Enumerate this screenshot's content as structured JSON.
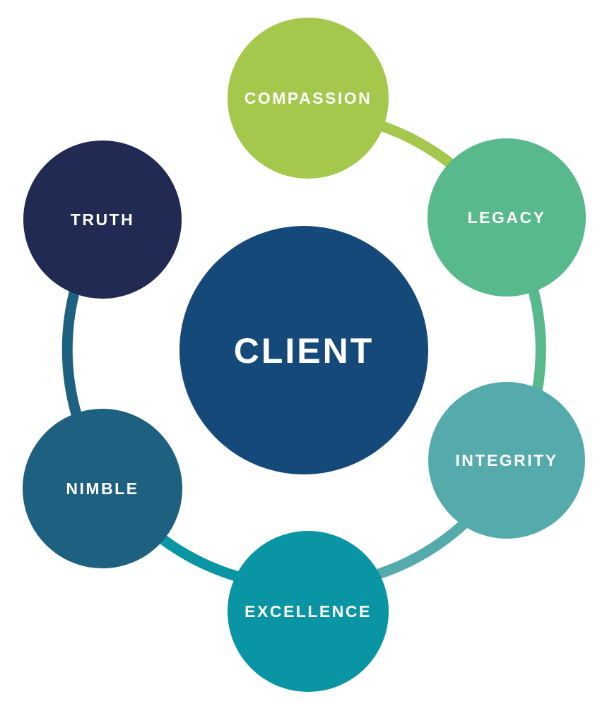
{
  "diagram": {
    "title": "Client core values wheel",
    "label_color": "#ffffff",
    "center": {
      "id": "client",
      "label": "CLIENT",
      "color": "#15497a"
    },
    "nodes": [
      {
        "id": "compassion",
        "label": "COMPASSION",
        "color": "#a3c84c"
      },
      {
        "id": "legacy",
        "label": "LEGACY",
        "color": "#58b98c"
      },
      {
        "id": "integrity",
        "label": "INTEGRITY",
        "color": "#55abac"
      },
      {
        "id": "excellence",
        "label": "EXCELLENCE",
        "color": "#0995a4"
      },
      {
        "id": "nimble",
        "label": "NIMBLE",
        "color": "#1e607f"
      },
      {
        "id": "truth",
        "label": "TRUTH",
        "color": "#202a52"
      }
    ],
    "connectors": [
      {
        "from": "compassion",
        "to": "legacy",
        "color": "#a3c84c"
      },
      {
        "from": "legacy",
        "to": "integrity",
        "color": "#58b98c"
      },
      {
        "from": "integrity",
        "to": "excellence",
        "color": "#55abac"
      },
      {
        "from": "excellence",
        "to": "nimble",
        "color": "#0995a4"
      },
      {
        "from": "nimble",
        "to": "truth",
        "color": "#1e607f"
      }
    ]
  }
}
